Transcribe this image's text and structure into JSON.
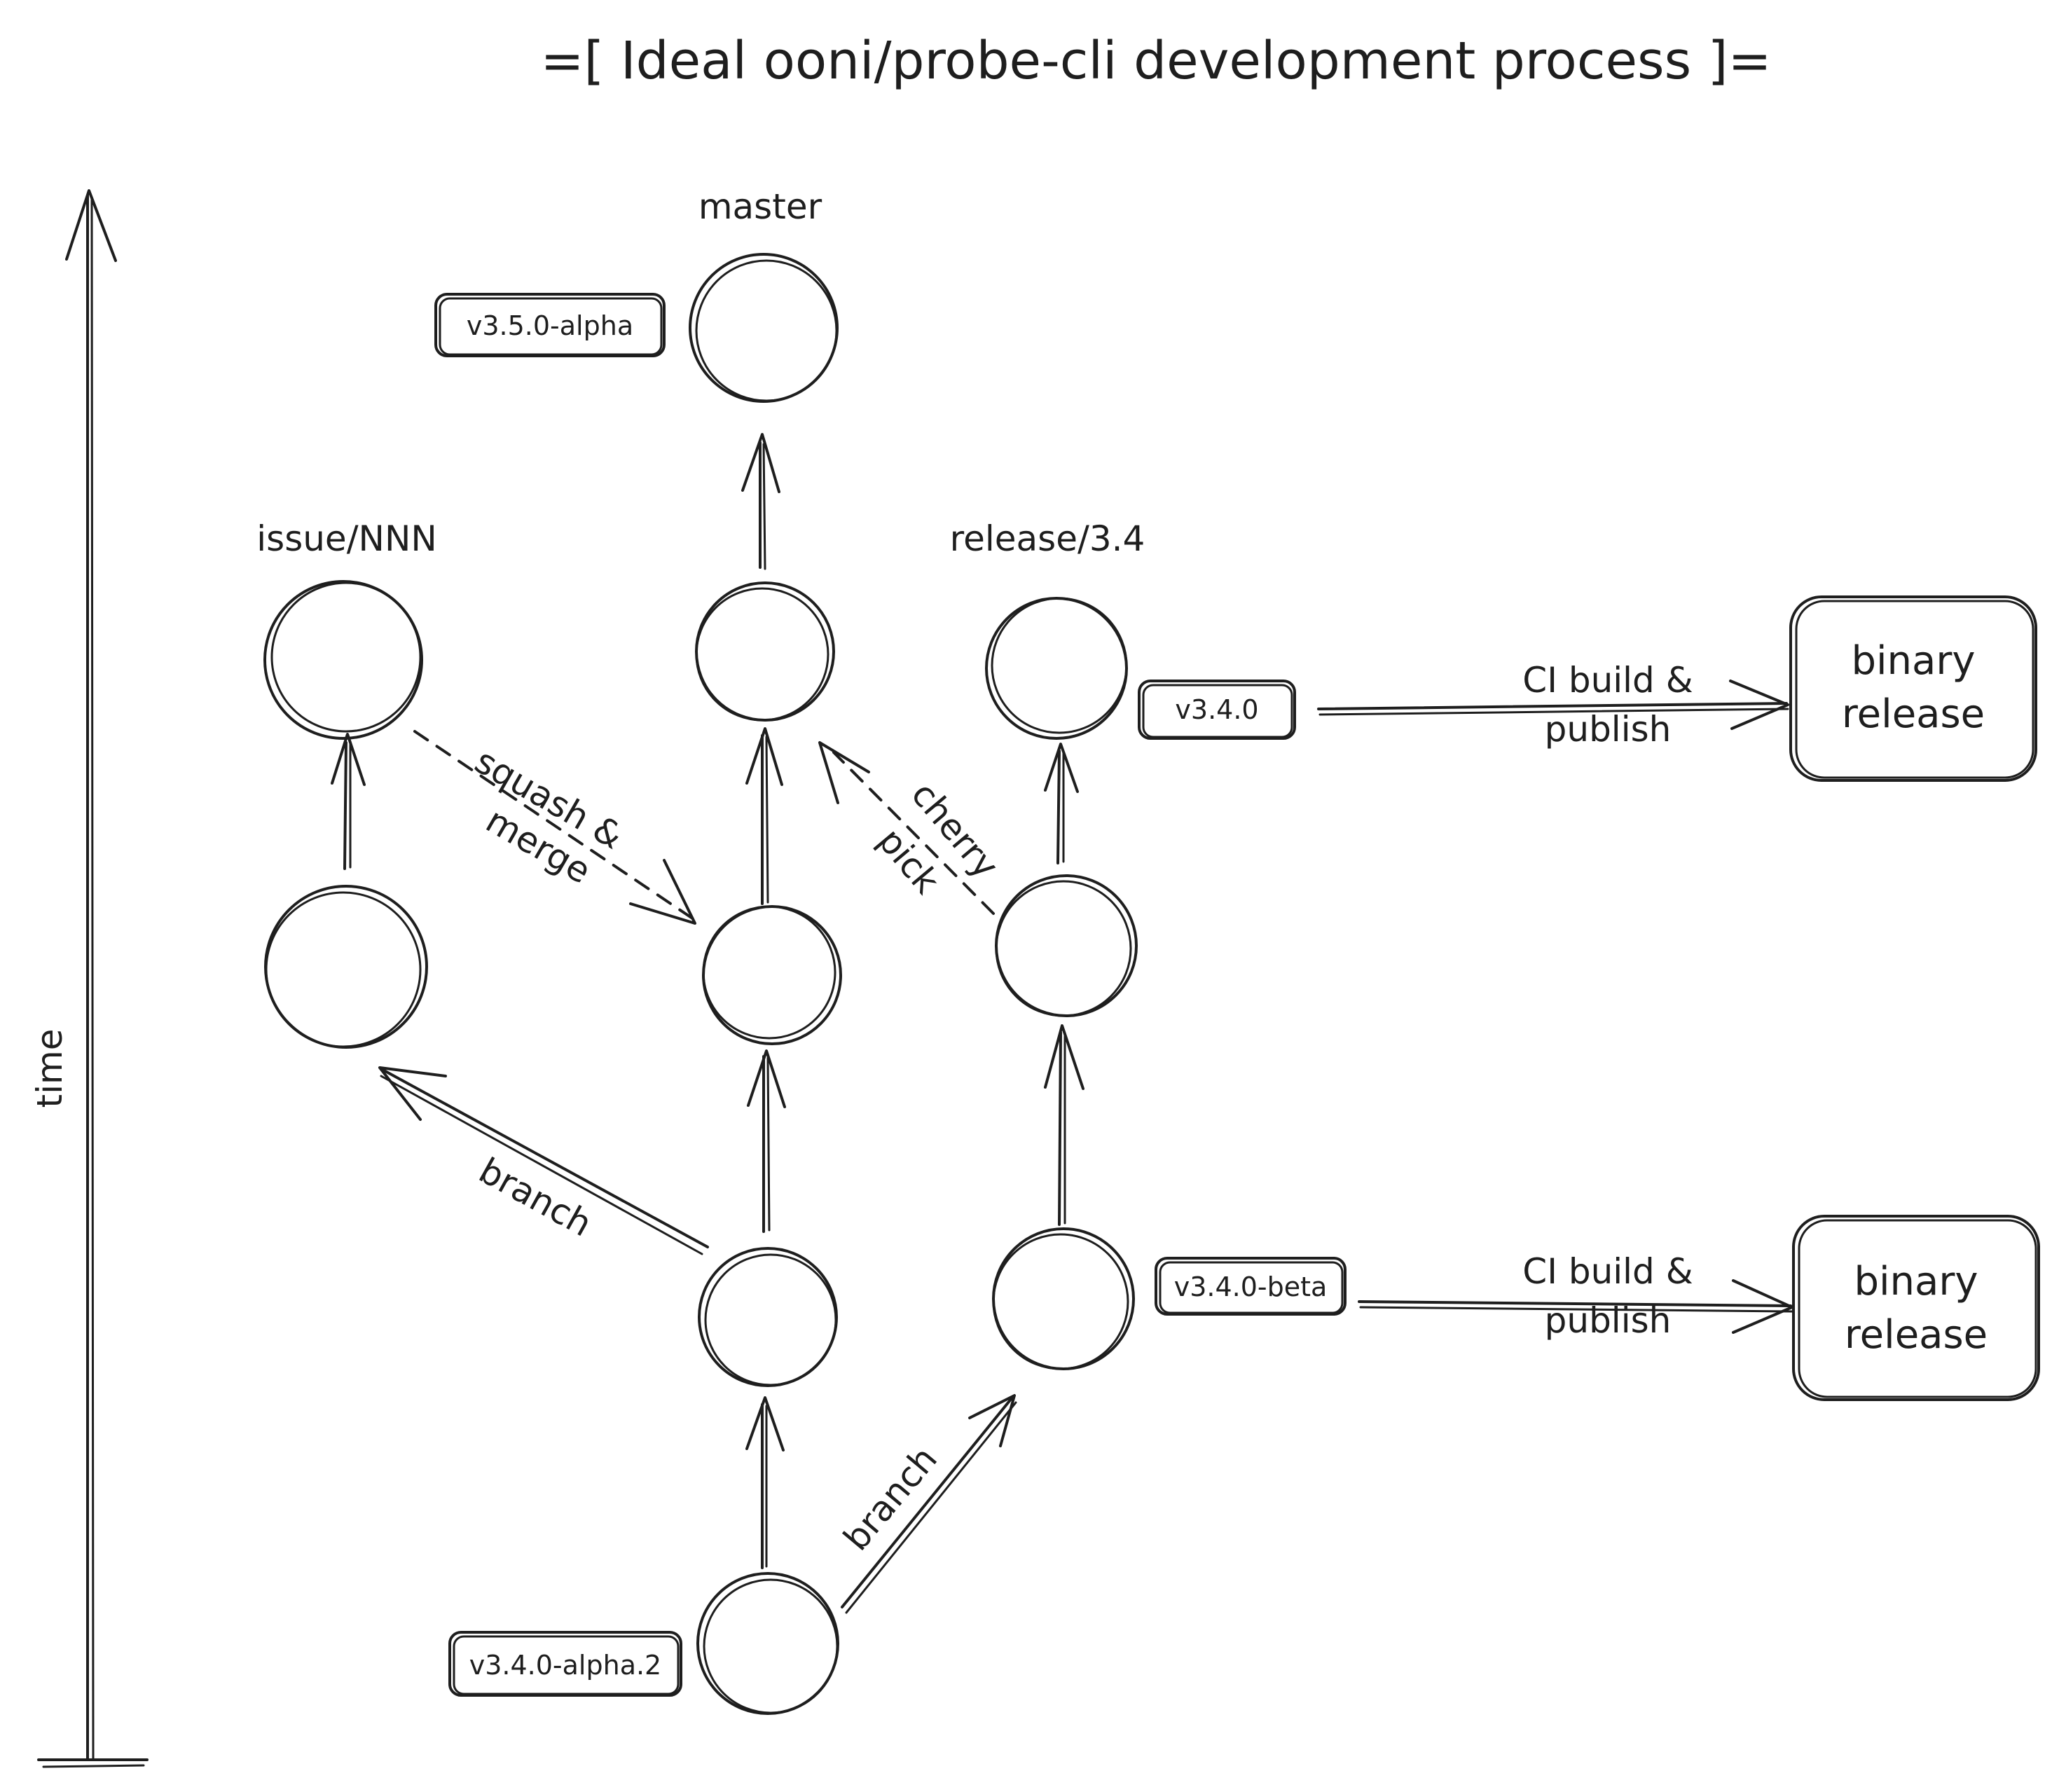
{
  "title": "=[ Ideal ooni/probe-cli development process ]=",
  "axis_label": "time",
  "branches": {
    "master": "master",
    "issue": "issue/NNN",
    "release": "release/3.4"
  },
  "tags": {
    "v350alpha": "v3.5.0-alpha",
    "v340": "v3.4.0",
    "v340beta": "v3.4.0-beta",
    "v340alpha2": "v3.4.0-alpha.2"
  },
  "edge_labels": {
    "squash_line1": "squash &",
    "squash_line2": "merge",
    "cherry_line1": "cherry",
    "cherry_line2": "pick",
    "branch_issue": "branch",
    "branch_release": "branch",
    "ci_line1": "CI build &",
    "ci_line2": "publish"
  },
  "boxes": {
    "release_line1": "binary",
    "release_line2": "release"
  },
  "colors": {
    "ink": "#1e1e1e",
    "background": "#ffffff"
  }
}
